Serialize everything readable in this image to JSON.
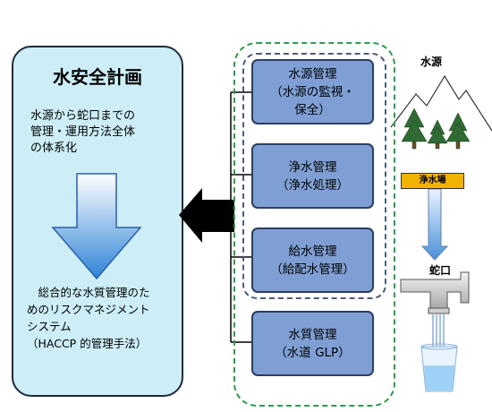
{
  "plan": {
    "title": "水安全計画",
    "description_lines": [
      "水源から蛇口までの",
      "管理・運用方法全体",
      "の体系化"
    ],
    "result_lines": [
      "　総合的な水質管理のた",
      "めのリスクマネジメント",
      "システム",
      "（HACCP 的管理手法）"
    ]
  },
  "management": [
    {
      "text": "水源管理\n（水源の監視・\n保全）"
    },
    {
      "text": "浄水管理\n（浄水処理）"
    },
    {
      "text": "給水管理\n（給配水管理）"
    },
    {
      "text": "水質管理\n（水道 GLP）"
    }
  ],
  "scene": {
    "source_label": "水源",
    "plant_label": "浄水場",
    "tap_label": "蛇口"
  },
  "colors": {
    "left_panel": "#cdeef7",
    "box_fill": "#7f9fd4",
    "outer_border": "#2e9b50",
    "inner_border": "#4b5d78",
    "plant_fill": "#f0b400",
    "tree": "#2f6b33"
  }
}
